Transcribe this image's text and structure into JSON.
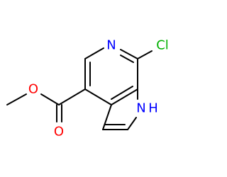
{
  "molecule": {
    "atoms": [
      {
        "id": "n_ring",
        "symbol": "N",
        "color": "#0000ff"
      },
      {
        "id": "cl",
        "symbol": "Cl",
        "color": "#00b000"
      },
      {
        "id": "nh",
        "symbol": "H",
        "color": "#0000ff"
      },
      {
        "id": "o_ester",
        "symbol": "O",
        "color": "#ff0000"
      },
      {
        "id": "o_carbonyl",
        "symbol": "O",
        "color": "#ff0000"
      }
    ],
    "nh_nitrogen_symbol": "N"
  }
}
